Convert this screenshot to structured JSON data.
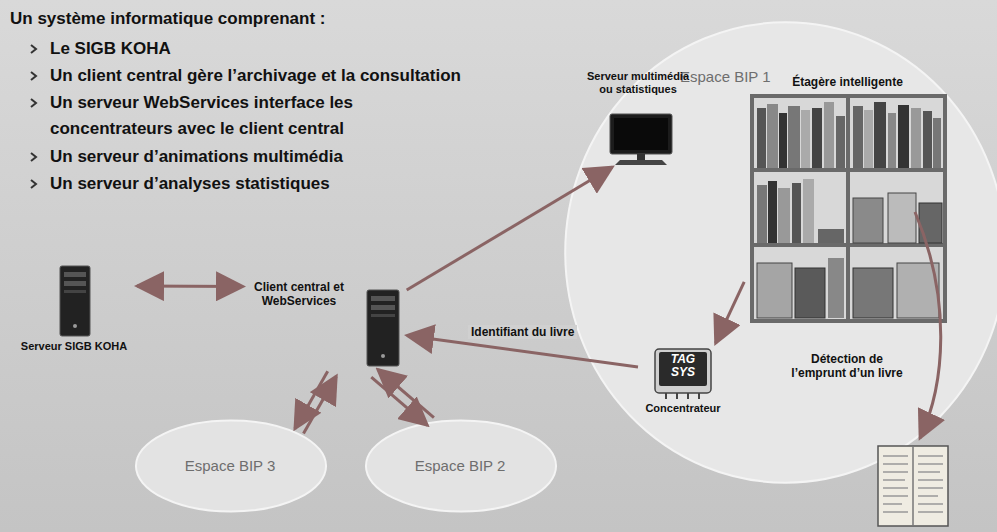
{
  "diagram": {
    "title": "Un système informatique comprenant :",
    "nodes": [
      {
        "text": [
          "Espace BIP 1"
        ]
      },
      {
        "text": [
          "Serveur multimédia ou statistiques"
        ],
        "in": 0
      },
      {
        "text": [
          "Étagère intelligente"
        ],
        "in": 0
      },
      {
        "text": [
          "TAG SYS",
          "Concentrateur"
        ],
        "in": 0
      },
      {
        "text": [
          "Serveur SIGB KOHA"
        ]
      },
      {
        "text": [
          "Client central et WebServices"
        ]
      },
      {
        "text": [
          "Espace BIP 3"
        ]
      },
      {
        "text": [
          "Espace BIP 2"
        ]
      }
    ],
    "edges": [
      {
        "from": 4,
        "to": 5,
        "arrow": "both"
      },
      {
        "from": 5,
        "to": 1,
        "arrow": "to"
      },
      {
        "from": 2,
        "to": 3,
        "arrow": "to"
      },
      {
        "from": 3,
        "to": 5,
        "label": "Identifiant du livre",
        "arrow": "to"
      },
      {
        "from": 5,
        "to": 6,
        "arrow": "to"
      },
      {
        "from": 6,
        "to": 5,
        "arrow": "to"
      },
      {
        "from": 5,
        "to": 7,
        "arrow": "to"
      },
      {
        "from": 7,
        "to": 5,
        "arrow": "to"
      }
    ],
    "labels": [
      "Le SIGB KOHA",
      "Un client central gère l’archivage et la consultation",
      "Un serveur WebServices interface les concentrateurs avec le client central",
      "Un serveur d’animations multimédia",
      "Un serveur d’analyses statistiques",
      "Détection de l’emprunt d’un livre"
    ]
  }
}
